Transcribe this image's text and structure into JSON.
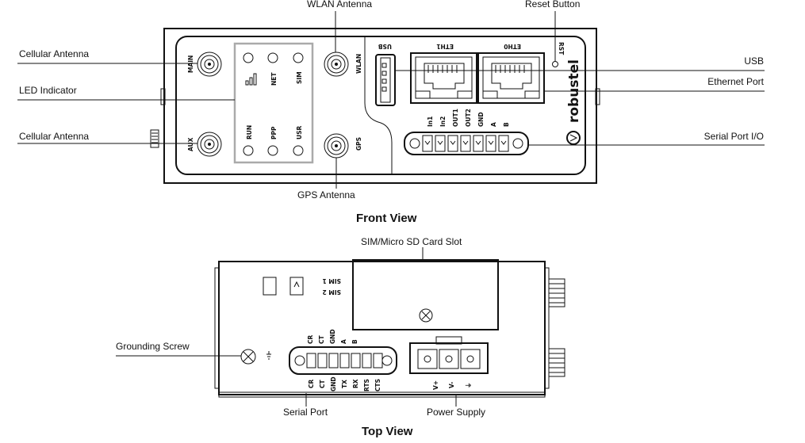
{
  "front": {
    "heading": "Front View",
    "labels": {
      "wlan_antenna": "WLAN Antenna",
      "reset_button": "Reset Button",
      "cellular_antenna_main": "Cellular Antenna",
      "led_indicator": "LED Indicator",
      "cellular_antenna_aux": "Cellular Antenna",
      "usb": "USB",
      "ethernet_port": "Ethernet Port",
      "serial_port_io": "Serial Port I/O",
      "gps_antenna": "GPS Antenna"
    },
    "panel_text": {
      "main": "MAIN",
      "aux": "AUX",
      "wlan": "WLAN",
      "gps": "GPS",
      "usb": "USB",
      "eth1": "ETH1",
      "eth0": "ETH0",
      "rst": "RST",
      "led_top": [
        "NET",
        "SIM"
      ],
      "led_bottom": [
        "RUN",
        "PPP",
        "USR"
      ],
      "io_pins": [
        "In1",
        "In2",
        "OUT1",
        "OUT2",
        "GND",
        "A",
        "B"
      ],
      "logo": "robustel"
    }
  },
  "top": {
    "heading": "Top View",
    "labels": {
      "sim_slot": "SIM/Micro SD Card Slot",
      "grounding_screw": "Grounding Screw",
      "serial_port": "Serial Port",
      "power_supply": "Power Supply"
    },
    "panel_text": {
      "sim1": "SIM 1",
      "sim2": "SIM 2",
      "serial_top": [
        "CR",
        "CT",
        "GND",
        "A",
        "B"
      ],
      "serial_bottom": [
        "CR",
        "CT",
        "GND",
        "TX",
        "RX",
        "RTS",
        "CTS"
      ],
      "power": [
        "V+",
        "V-",
        "⏚"
      ]
    }
  }
}
